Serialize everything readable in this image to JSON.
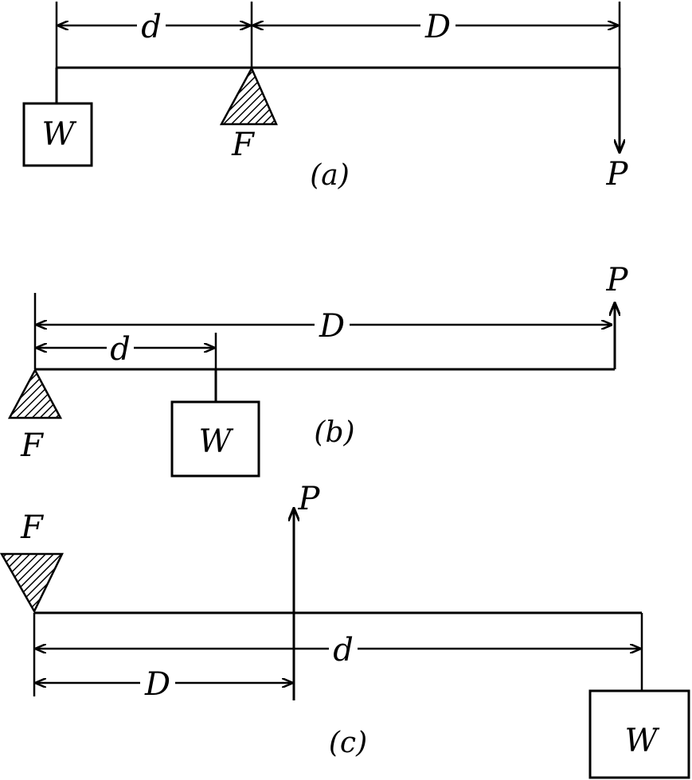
{
  "figures": [
    {
      "id": "a",
      "caption": "(a)",
      "labels": {
        "short_arm": "d",
        "long_arm": "D",
        "weight": "W",
        "fulcrum": "F",
        "force": "P"
      }
    },
    {
      "id": "b",
      "caption": "(b)",
      "labels": {
        "short_arm": "d",
        "long_arm": "D",
        "weight": "W",
        "fulcrum": "F",
        "force": "P"
      }
    },
    {
      "id": "c",
      "caption": "(c)",
      "labels": {
        "weight_arm": "d",
        "force_arm": "D",
        "weight": "W",
        "fulcrum": "F",
        "force": "P"
      }
    }
  ]
}
